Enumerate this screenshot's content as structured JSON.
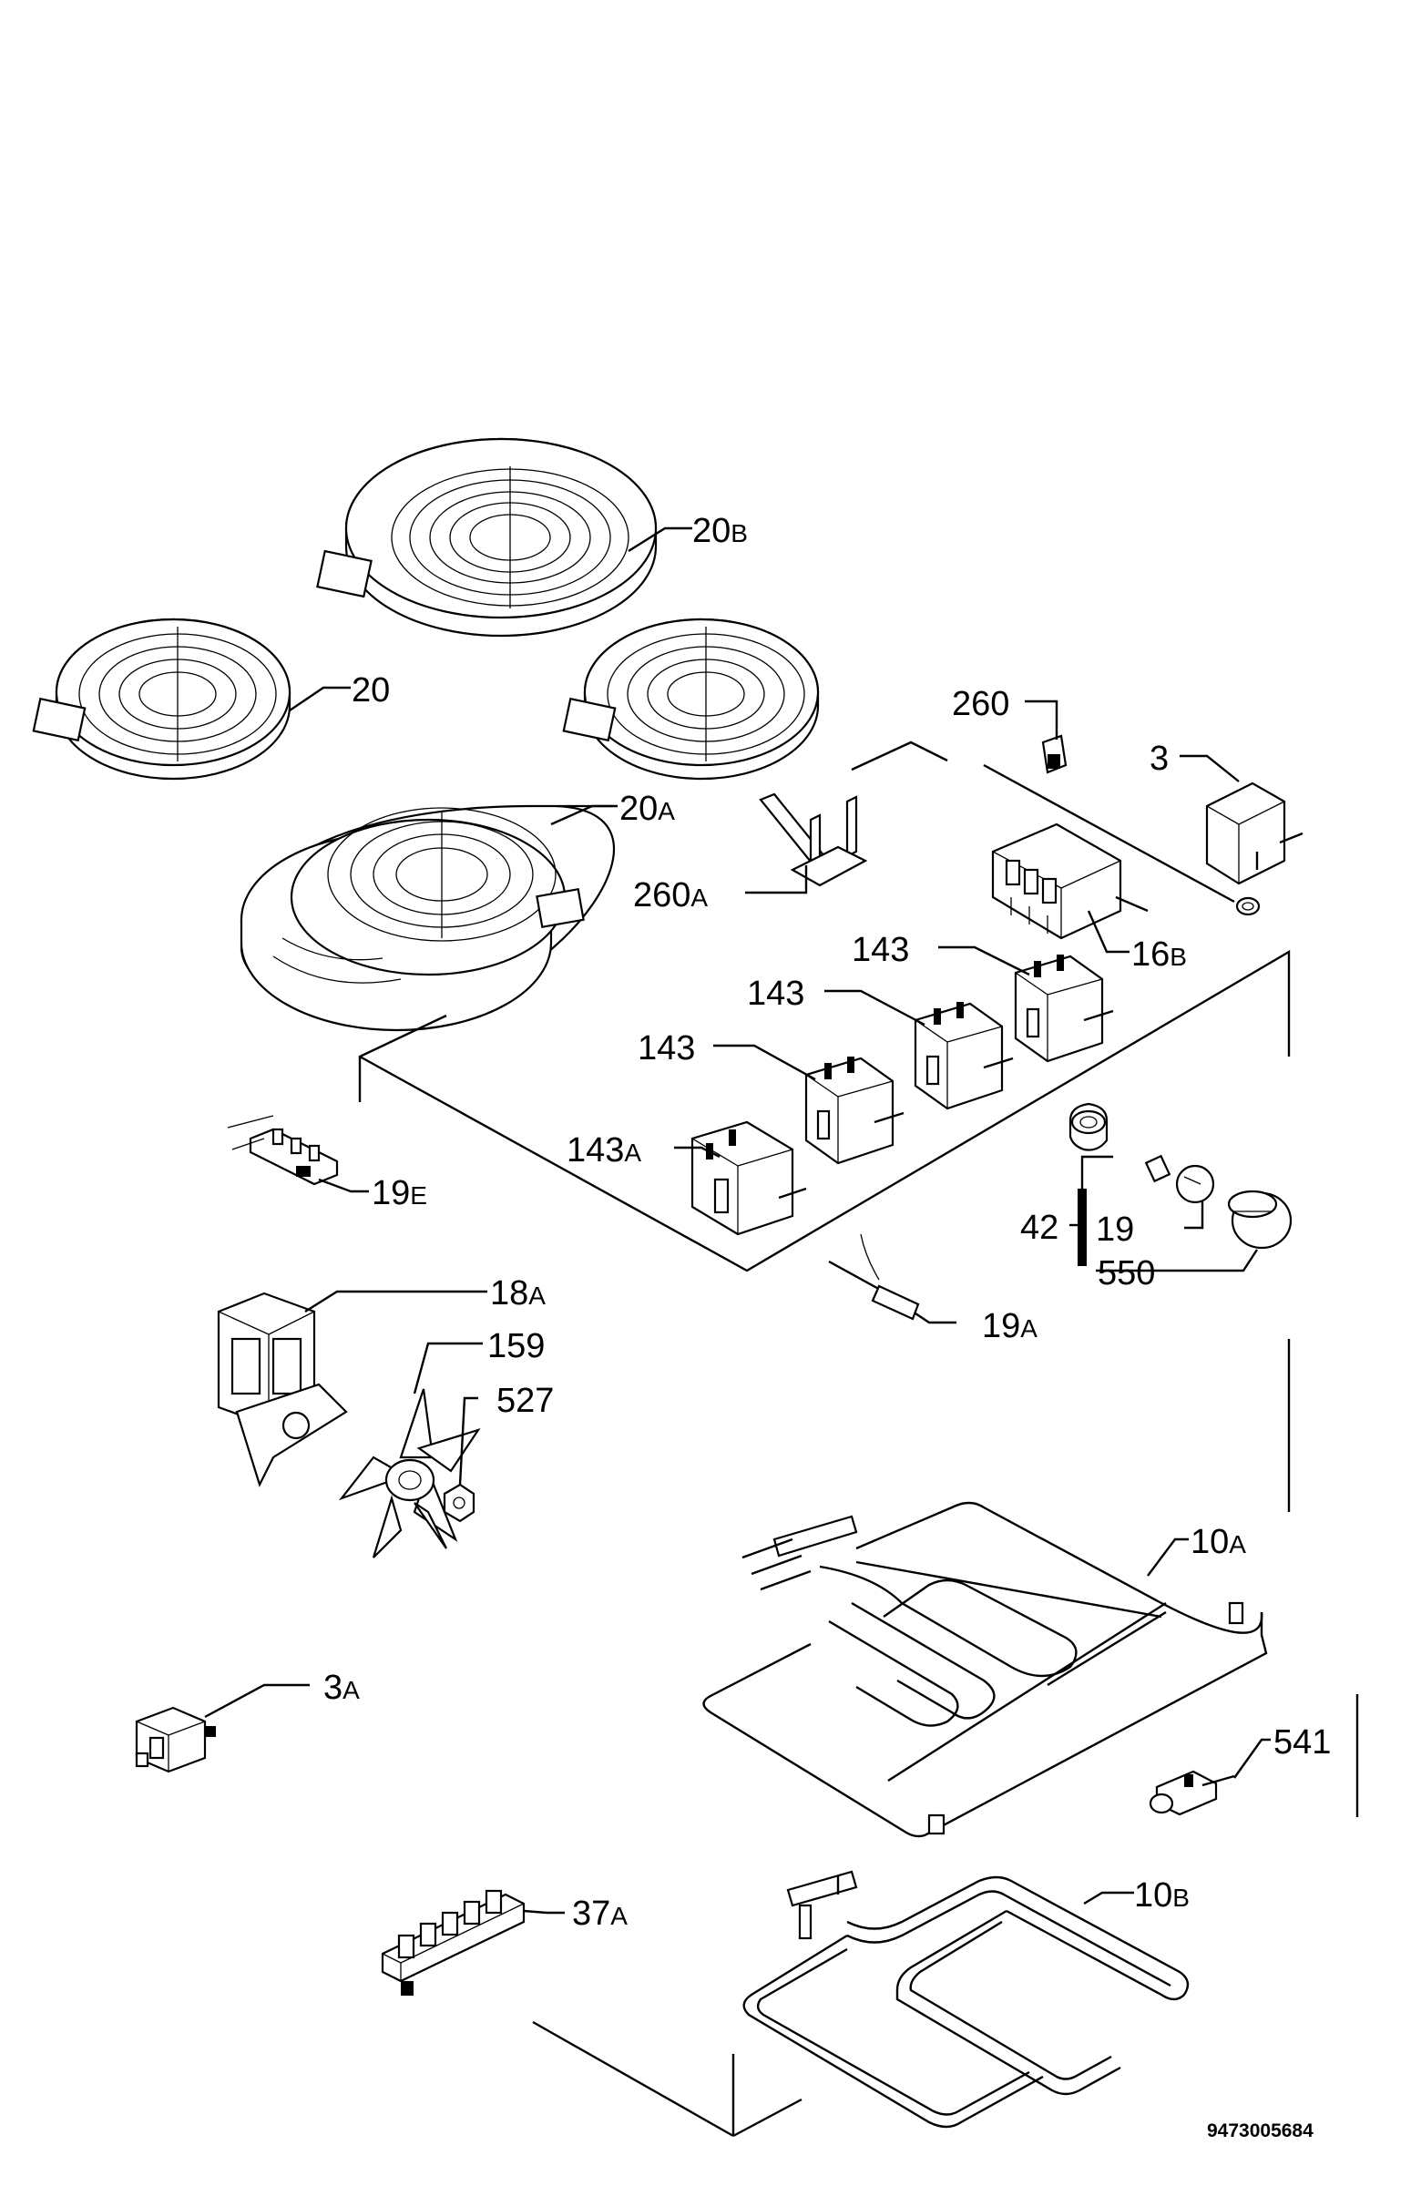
{
  "labels": {
    "p20b": {
      "n": "20",
      "s": "B"
    },
    "p20": {
      "n": "20",
      "s": ""
    },
    "p20a": {
      "n": "20",
      "s": "A"
    },
    "p260": {
      "n": "260",
      "s": ""
    },
    "p3": {
      "n": "3",
      "s": ""
    },
    "p260a": {
      "n": "260",
      "s": "A"
    },
    "p16b": {
      "n": "16",
      "s": "B"
    },
    "p143_1": {
      "n": "143",
      "s": ""
    },
    "p143_2": {
      "n": "143",
      "s": ""
    },
    "p143_3": {
      "n": "143",
      "s": ""
    },
    "p143a": {
      "n": "143",
      "s": "A"
    },
    "p19e": {
      "n": "19",
      "s": "E"
    },
    "p42": {
      "n": "42",
      "s": ""
    },
    "p19": {
      "n": "19",
      "s": ""
    },
    "p550": {
      "n": "550",
      "s": ""
    },
    "p18a": {
      "n": "18",
      "s": "A"
    },
    "p159": {
      "n": "159",
      "s": ""
    },
    "p527": {
      "n": "527",
      "s": ""
    },
    "p19a": {
      "n": "19",
      "s": "A"
    },
    "p10a": {
      "n": "10",
      "s": "A"
    },
    "p3a": {
      "n": "3",
      "s": "A"
    },
    "p541": {
      "n": "541",
      "s": ""
    },
    "p10b": {
      "n": "10",
      "s": "B"
    },
    "p37a": {
      "n": "37",
      "s": "A"
    }
  },
  "document_number": "9473005684"
}
